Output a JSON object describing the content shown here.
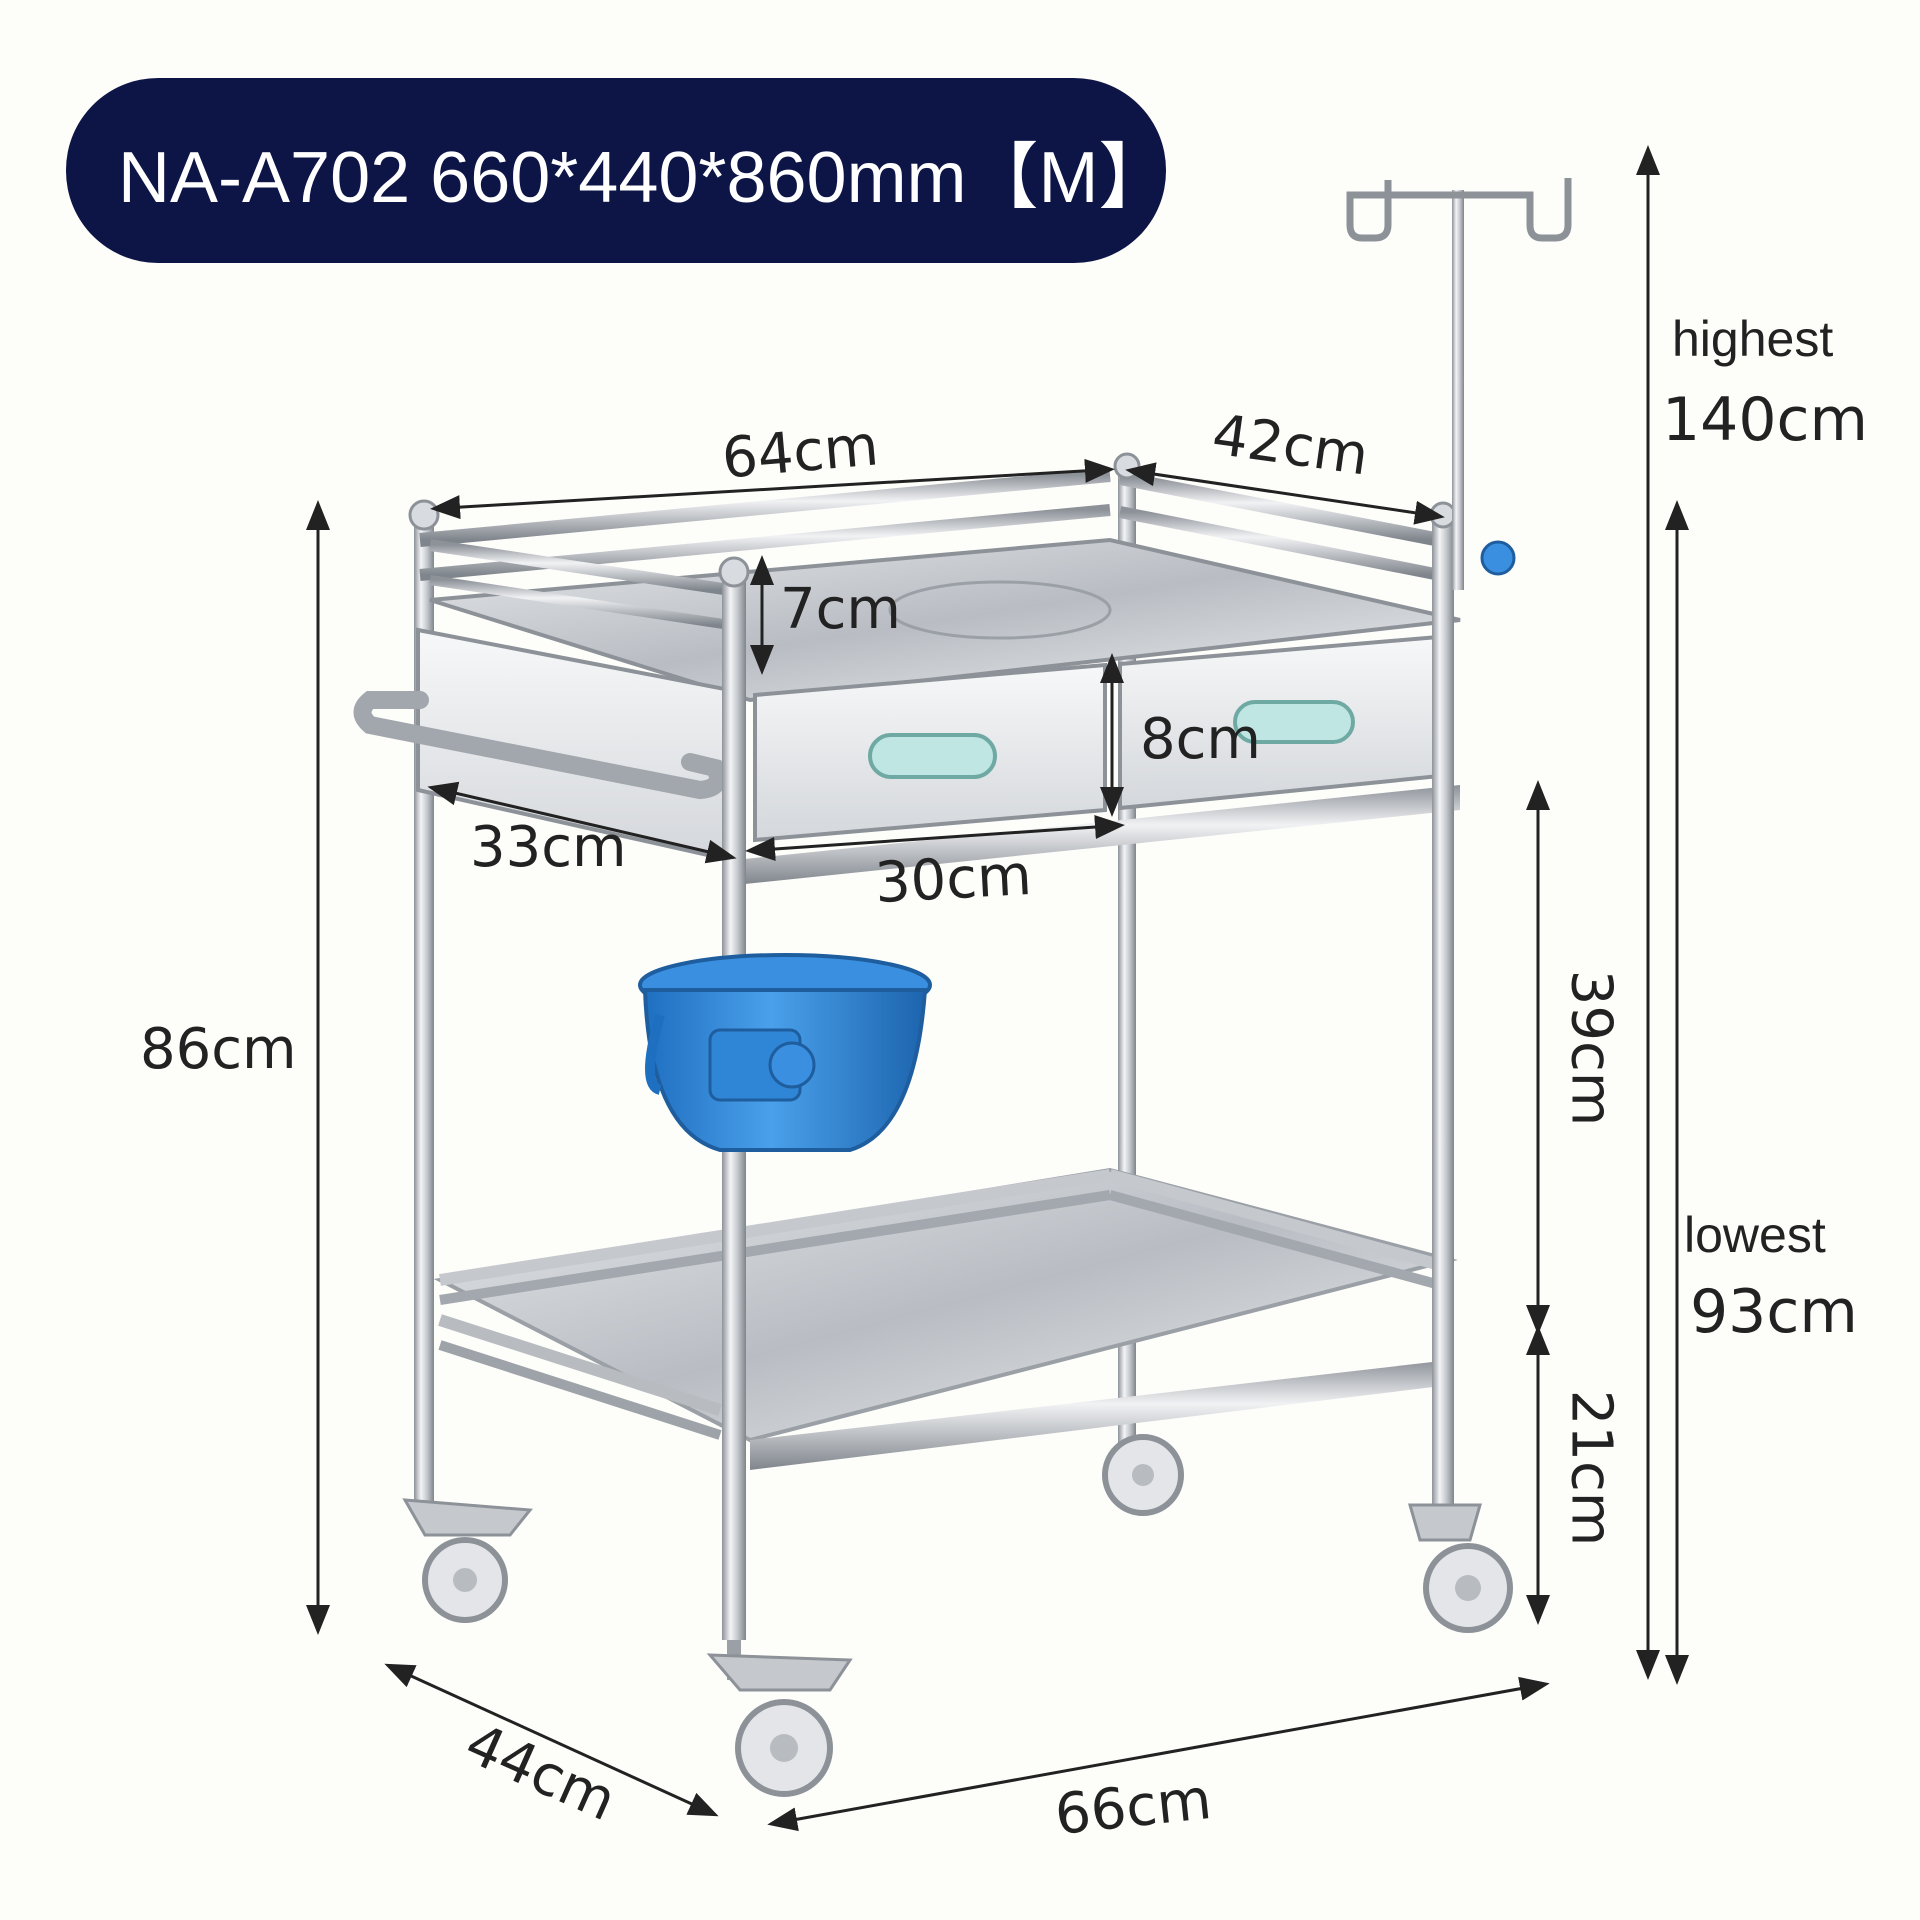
{
  "product": {
    "title": "NA-A702 660*440*860mm【M】"
  },
  "dimensions": {
    "top_width": "64cm",
    "top_depth": "42cm",
    "rail_height": "7cm",
    "drawer_height": "8cm",
    "side_drawer_depth": "33cm",
    "drawer_width": "30cm",
    "total_height": "86cm",
    "shelf_gap": "39cm",
    "bottom_clearance": "21cm",
    "base_depth": "44cm",
    "base_width": "66cm",
    "pole_highest_label": "highest",
    "pole_highest_value": "140cm",
    "pole_lowest_label": "lowest",
    "pole_lowest_value": "93cm"
  },
  "colors": {
    "title_bg": "#0d1547",
    "steel": "#c9ccd1",
    "steel_dark": "#8d9299",
    "basin_blue": "#2f86d6",
    "knob_blue": "#3a8fe0",
    "handle_mint": "#bfe6e2"
  },
  "icons": {
    "product": "medical-trolley-illustration",
    "basin": "blue-basin-icon"
  }
}
